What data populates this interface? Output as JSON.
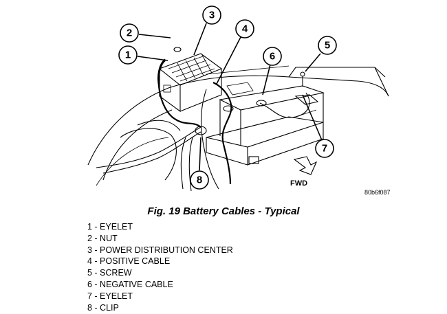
{
  "figure": {
    "caption": "Fig. 19 Battery Cables - Typical",
    "figure_id": "80b6f087",
    "fwd_label": "FWD"
  },
  "callouts": [
    "1",
    "2",
    "3",
    "4",
    "5",
    "6",
    "7",
    "8"
  ],
  "legend": [
    "1 - EYELET",
    "2 - NUT",
    "3 - POWER DISTRIBUTION CENTER",
    "4 - POSITIVE CABLE",
    "5 - SCREW",
    "6 - NEGATIVE CABLE",
    "7 - EYELET",
    "8 - CLIP"
  ]
}
